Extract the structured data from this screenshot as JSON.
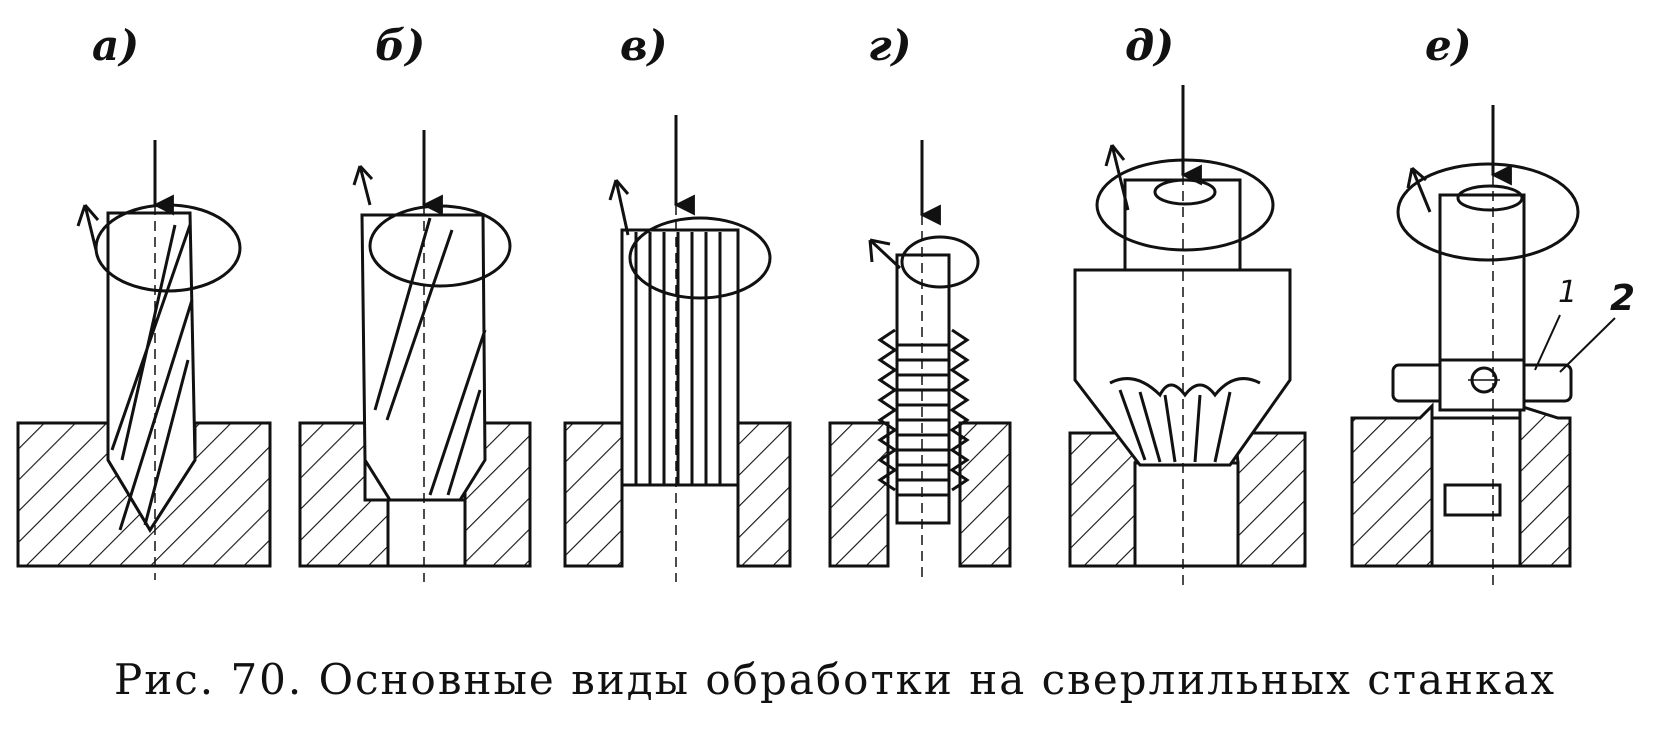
{
  "labels": {
    "a": "а)",
    "b": "б)",
    "v": "в)",
    "g": "г)",
    "d": "д)",
    "e": "е)"
  },
  "callouts": {
    "one": "1",
    "two": "2"
  },
  "caption": "Рис. 70. Основные виды обработки на сверлильных станках"
}
